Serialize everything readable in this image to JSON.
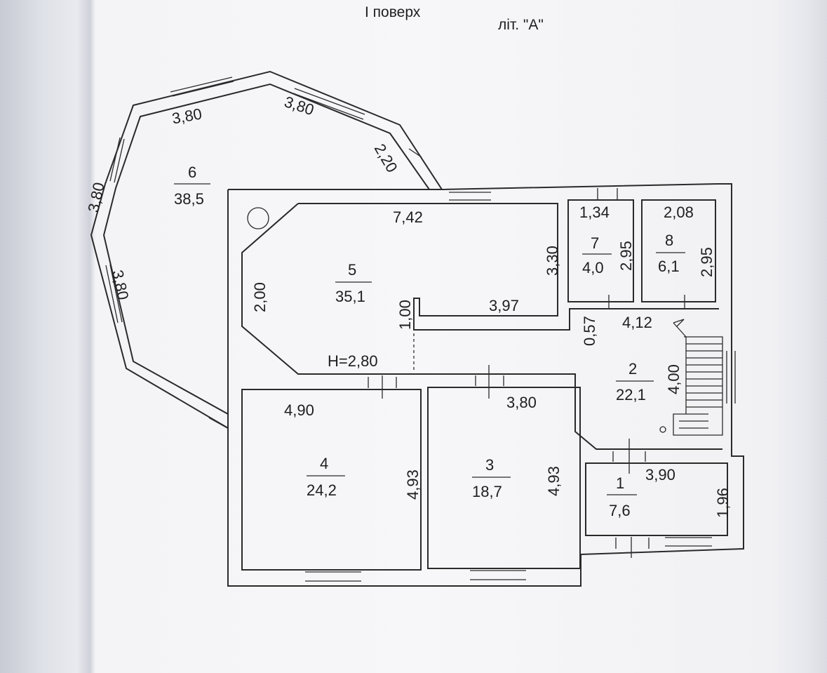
{
  "header": {
    "floor": "І поверх",
    "letter": "літ. \"А\""
  },
  "rooms": [
    {
      "id": "1",
      "number": "1",
      "area": "7,6"
    },
    {
      "id": "2",
      "number": "2",
      "area": "22,1"
    },
    {
      "id": "3",
      "number": "3",
      "area": "18,7"
    },
    {
      "id": "4",
      "number": "4",
      "area": "24,2"
    },
    {
      "id": "5",
      "number": "5",
      "area": "35,1"
    },
    {
      "id": "6",
      "number": "6",
      "area": "38,5"
    },
    {
      "id": "7",
      "number": "7",
      "area": "4,0"
    },
    {
      "id": "8",
      "number": "8",
      "area": "6,1"
    }
  ],
  "dimensions": {
    "r6_top_left": "3,80",
    "r6_top_right": "3,80",
    "r6_right": "2,20",
    "r6_left": "3,80",
    "r6_lower_left": "3,80",
    "r5_width": "7,42",
    "r5_height": "3,30",
    "r5_left": "2,00",
    "r5_step": "1,00",
    "r5_lower": "3,97",
    "ceiling": "H=2,80",
    "r7_width": "1,34",
    "r7_height": "2,95",
    "r8_width": "2,08",
    "r8_height": "2,95",
    "r2_step": "0,57",
    "r2_width": "4,12",
    "r2_height": "4,00",
    "r4_width": "4,90",
    "r4_height": "4,93",
    "r3_width": "3,80",
    "r3_height": "4,93",
    "r1_width": "3,90",
    "r1_height": "1,96"
  }
}
